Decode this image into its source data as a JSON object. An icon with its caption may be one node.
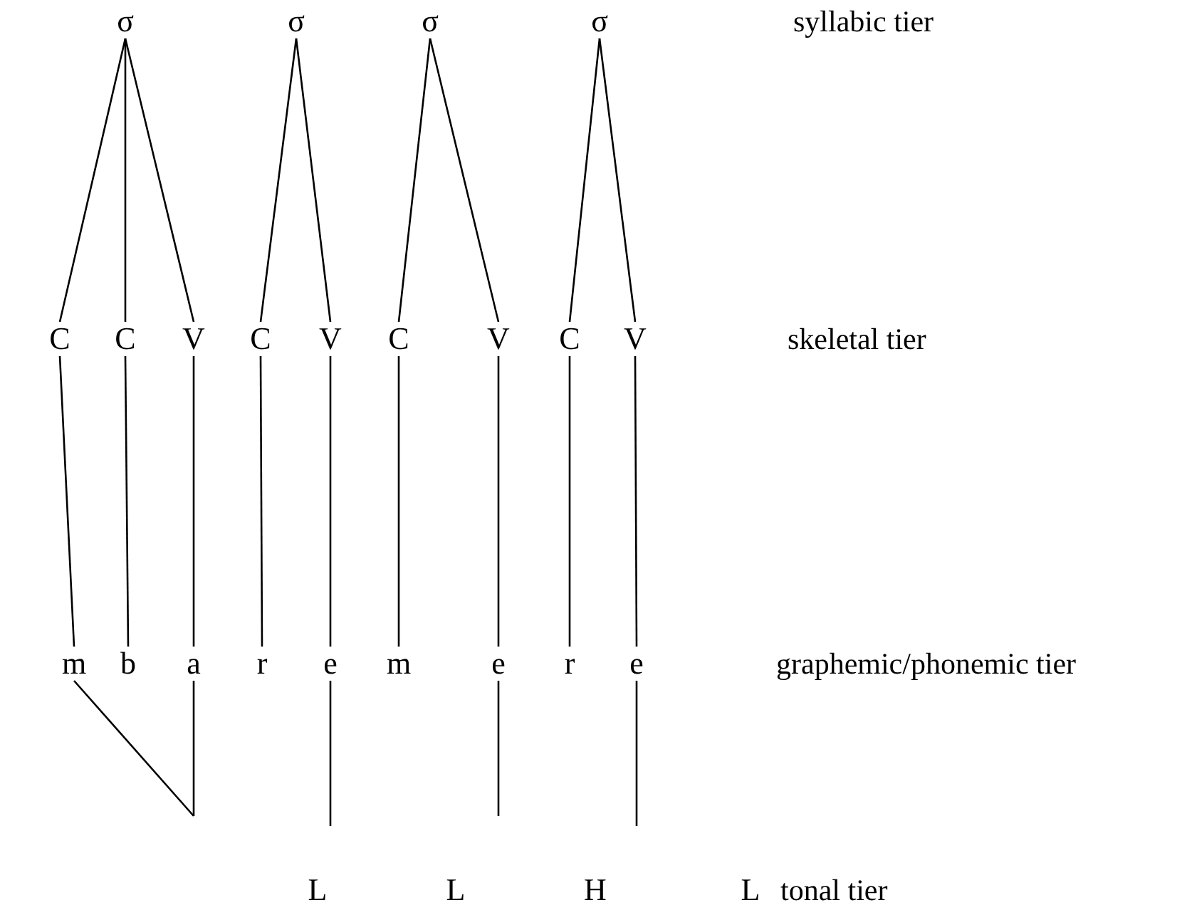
{
  "diagram": {
    "nodes": [
      {
        "text": [
          "σ"
        ]
      },
      {
        "text": [
          "σ"
        ]
      },
      {
        "text": [
          "σ"
        ]
      },
      {
        "text": [
          "σ"
        ]
      },
      {
        "text": [
          "C"
        ]
      },
      {
        "text": [
          "C"
        ]
      },
      {
        "text": [
          "V"
        ]
      },
      {
        "text": [
          "C"
        ]
      },
      {
        "text": [
          "V"
        ]
      },
      {
        "text": [
          "C"
        ]
      },
      {
        "text": [
          "V"
        ]
      },
      {
        "text": [
          "C"
        ]
      },
      {
        "text": [
          "V"
        ]
      },
      {
        "text": [
          "m"
        ]
      },
      {
        "text": [
          "b"
        ]
      },
      {
        "text": [
          "a"
        ]
      },
      {
        "text": [
          "r"
        ]
      },
      {
        "text": [
          "e"
        ]
      },
      {
        "text": [
          "m"
        ]
      },
      {
        "text": [
          "e"
        ]
      },
      {
        "text": [
          "r"
        ]
      },
      {
        "text": [
          "e"
        ]
      },
      {
        "text": [
          "L"
        ]
      },
      {
        "text": [
          "L"
        ]
      },
      {
        "text": [
          "H"
        ]
      },
      {
        "text": [
          "L"
        ]
      }
    ],
    "edges": [
      {
        "from": 0,
        "to": 4,
        "arrow": "none"
      },
      {
        "from": 0,
        "to": 5,
        "arrow": "none"
      },
      {
        "from": 0,
        "to": 6,
        "arrow": "none"
      },
      {
        "from": 1,
        "to": 7,
        "arrow": "none"
      },
      {
        "from": 1,
        "to": 8,
        "arrow": "none"
      },
      {
        "from": 2,
        "to": 9,
        "arrow": "none"
      },
      {
        "from": 2,
        "to": 10,
        "arrow": "none"
      },
      {
        "from": 3,
        "to": 11,
        "arrow": "none"
      },
      {
        "from": 3,
        "to": 12,
        "arrow": "none"
      },
      {
        "from": 4,
        "to": 13,
        "arrow": "none"
      },
      {
        "from": 5,
        "to": 14,
        "arrow": "none"
      },
      {
        "from": 6,
        "to": 15,
        "arrow": "none"
      },
      {
        "from": 7,
        "to": 16,
        "arrow": "none"
      },
      {
        "from": 8,
        "to": 17,
        "arrow": "none"
      },
      {
        "from": 9,
        "to": 18,
        "arrow": "none"
      },
      {
        "from": 10,
        "to": 19,
        "arrow": "none"
      },
      {
        "from": 11,
        "to": 20,
        "arrow": "none"
      },
      {
        "from": 12,
        "to": 21,
        "arrow": "none"
      },
      {
        "from": 13,
        "to": null,
        "arrow": "none"
      },
      {
        "from": 15,
        "to": null,
        "arrow": "none"
      },
      {
        "from": 17,
        "to": null,
        "arrow": "none"
      },
      {
        "from": 19,
        "to": null,
        "arrow": "none"
      },
      {
        "from": 21,
        "to": null,
        "arrow": "none"
      }
    ],
    "labels": [
      "syllabic tier",
      "skeletal tier",
      "graphemic/phonemic tier",
      "tonal tier"
    ]
  }
}
